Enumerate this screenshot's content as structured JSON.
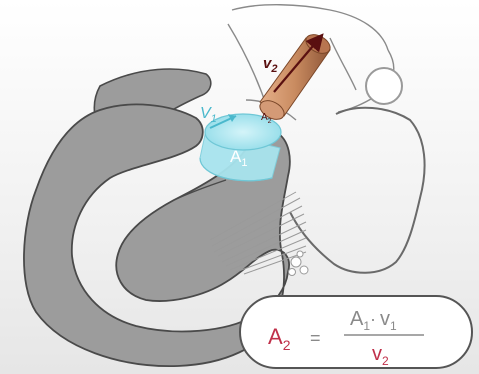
{
  "labels": {
    "v2": "v",
    "v2_sub": "2",
    "v1": "V",
    "v1_sub": "1",
    "a2": "A",
    "a2_sub": "2",
    "a1": "A",
    "a1_sub": "1"
  },
  "formula": {
    "lhs": "A",
    "lhs_sub": "2",
    "equals": "=",
    "num_a": "A",
    "num_a_sub": "1",
    "dot": "·",
    "num_v": "v",
    "num_v_sub": "1",
    "den_v": "v",
    "den_v_sub": "2"
  },
  "colors": {
    "myocardium": "#9c9c9c",
    "outline": "#4a4a4a",
    "lvot_cylinder": "#a8e4ee",
    "cylinder_text": "#4ab8cc",
    "vc_cylinder": "#c98b60",
    "vc_arrow": "#5a1010",
    "formula_red": "#c0304a",
    "formula_gray": "#8a8a8a"
  }
}
